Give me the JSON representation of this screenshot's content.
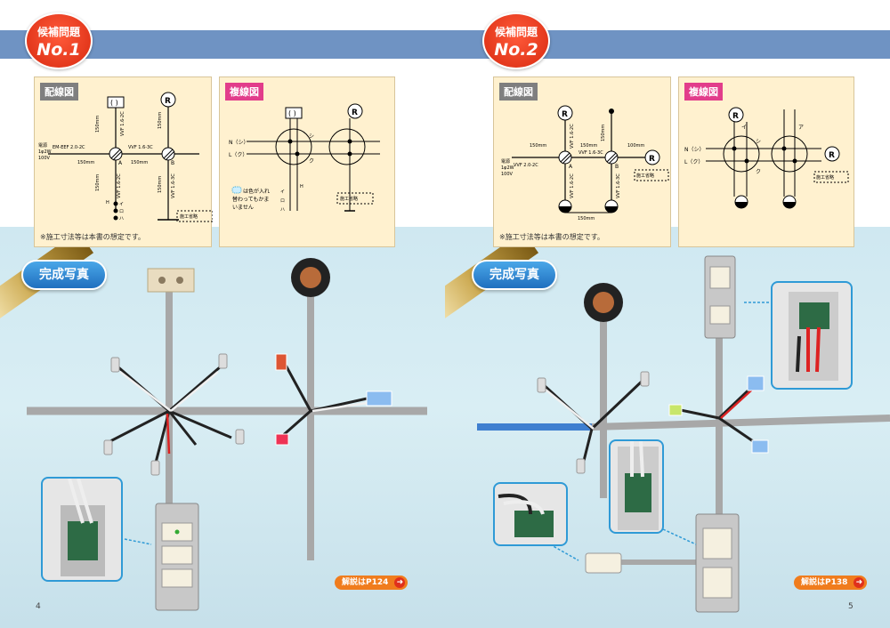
{
  "colors": {
    "band": "#6f93c3",
    "badge": "#e33a1c",
    "tag_wiring": "#7f7f7f",
    "tag_multi": "#e23d8b",
    "ref_button": "#f07c1d",
    "photo_label": "#2a86d4"
  },
  "pages": [
    {
      "badge_label": "候補問題",
      "badge_no": "No.1",
      "wiring_tag": "配線図",
      "multi_tag": "複線図",
      "note": "※施工寸法等は本書の想定です。",
      "photo_label": "完成写真",
      "ref": "解説はP124",
      "page_number": "4",
      "wiring": {
        "lamp_marks": [
          "( )",
          "R"
        ],
        "cable_labels": [
          "VVF 1.6-2C",
          "VVF 1.6-3C",
          "EM-EEF 2.0-2C",
          "VVF 1.6-2C",
          "VVF 1.6-3C"
        ],
        "dims": [
          "150mm",
          "150mm",
          "150mm",
          "150mm",
          "150mm",
          "150mm"
        ],
        "power_label": [
          "電源",
          "1φ2W",
          "100V"
        ],
        "box_labels": [
          "A",
          "B"
        ],
        "switch_labels": [
          "H",
          "イ",
          "ロ",
          "ハ"
        ],
        "omit_label": "施工省略"
      },
      "multi": {
        "line_labels": [
          "N（シ）",
          "L（ク）"
        ],
        "lamp_marks": [
          "( )",
          "R"
        ],
        "wire_marks": [
          "シ",
          "ク",
          "イ",
          "ロ",
          "ハ",
          "H"
        ],
        "legend": [
          "は色が入れ",
          "替わってもかま",
          "いません"
        ],
        "omit_label": "施工省略"
      }
    },
    {
      "badge_label": "候補問題",
      "badge_no": "No.2",
      "wiring_tag": "配線図",
      "multi_tag": "複線図",
      "note": "※施工寸法等は本書の想定です。",
      "photo_label": "完成写真",
      "ref": "解説はP138",
      "page_number": "5",
      "wiring": {
        "lamp_marks": [
          "R",
          "R"
        ],
        "cable_labels": [
          "VVF 1.6-2C",
          "VVF 1.6-3C",
          "VVF 2.0-2C",
          "VVF 1.6-2C",
          "VVF 1.6-3C"
        ],
        "dims": [
          "150mm",
          "150mm",
          "100mm",
          "150mm",
          "150mm"
        ],
        "power_label": [
          "電源",
          "1φ2W",
          "100V"
        ],
        "box_labels": [
          "A",
          "B"
        ],
        "omit_label": "施工省略"
      },
      "multi": {
        "line_labels": [
          "N（シ）",
          "L（ク）"
        ],
        "lamp_marks": [
          "R",
          "R"
        ],
        "wire_marks": [
          "シ",
          "ク",
          "ア",
          "イ"
        ],
        "omit_label": "施工省略"
      }
    }
  ]
}
